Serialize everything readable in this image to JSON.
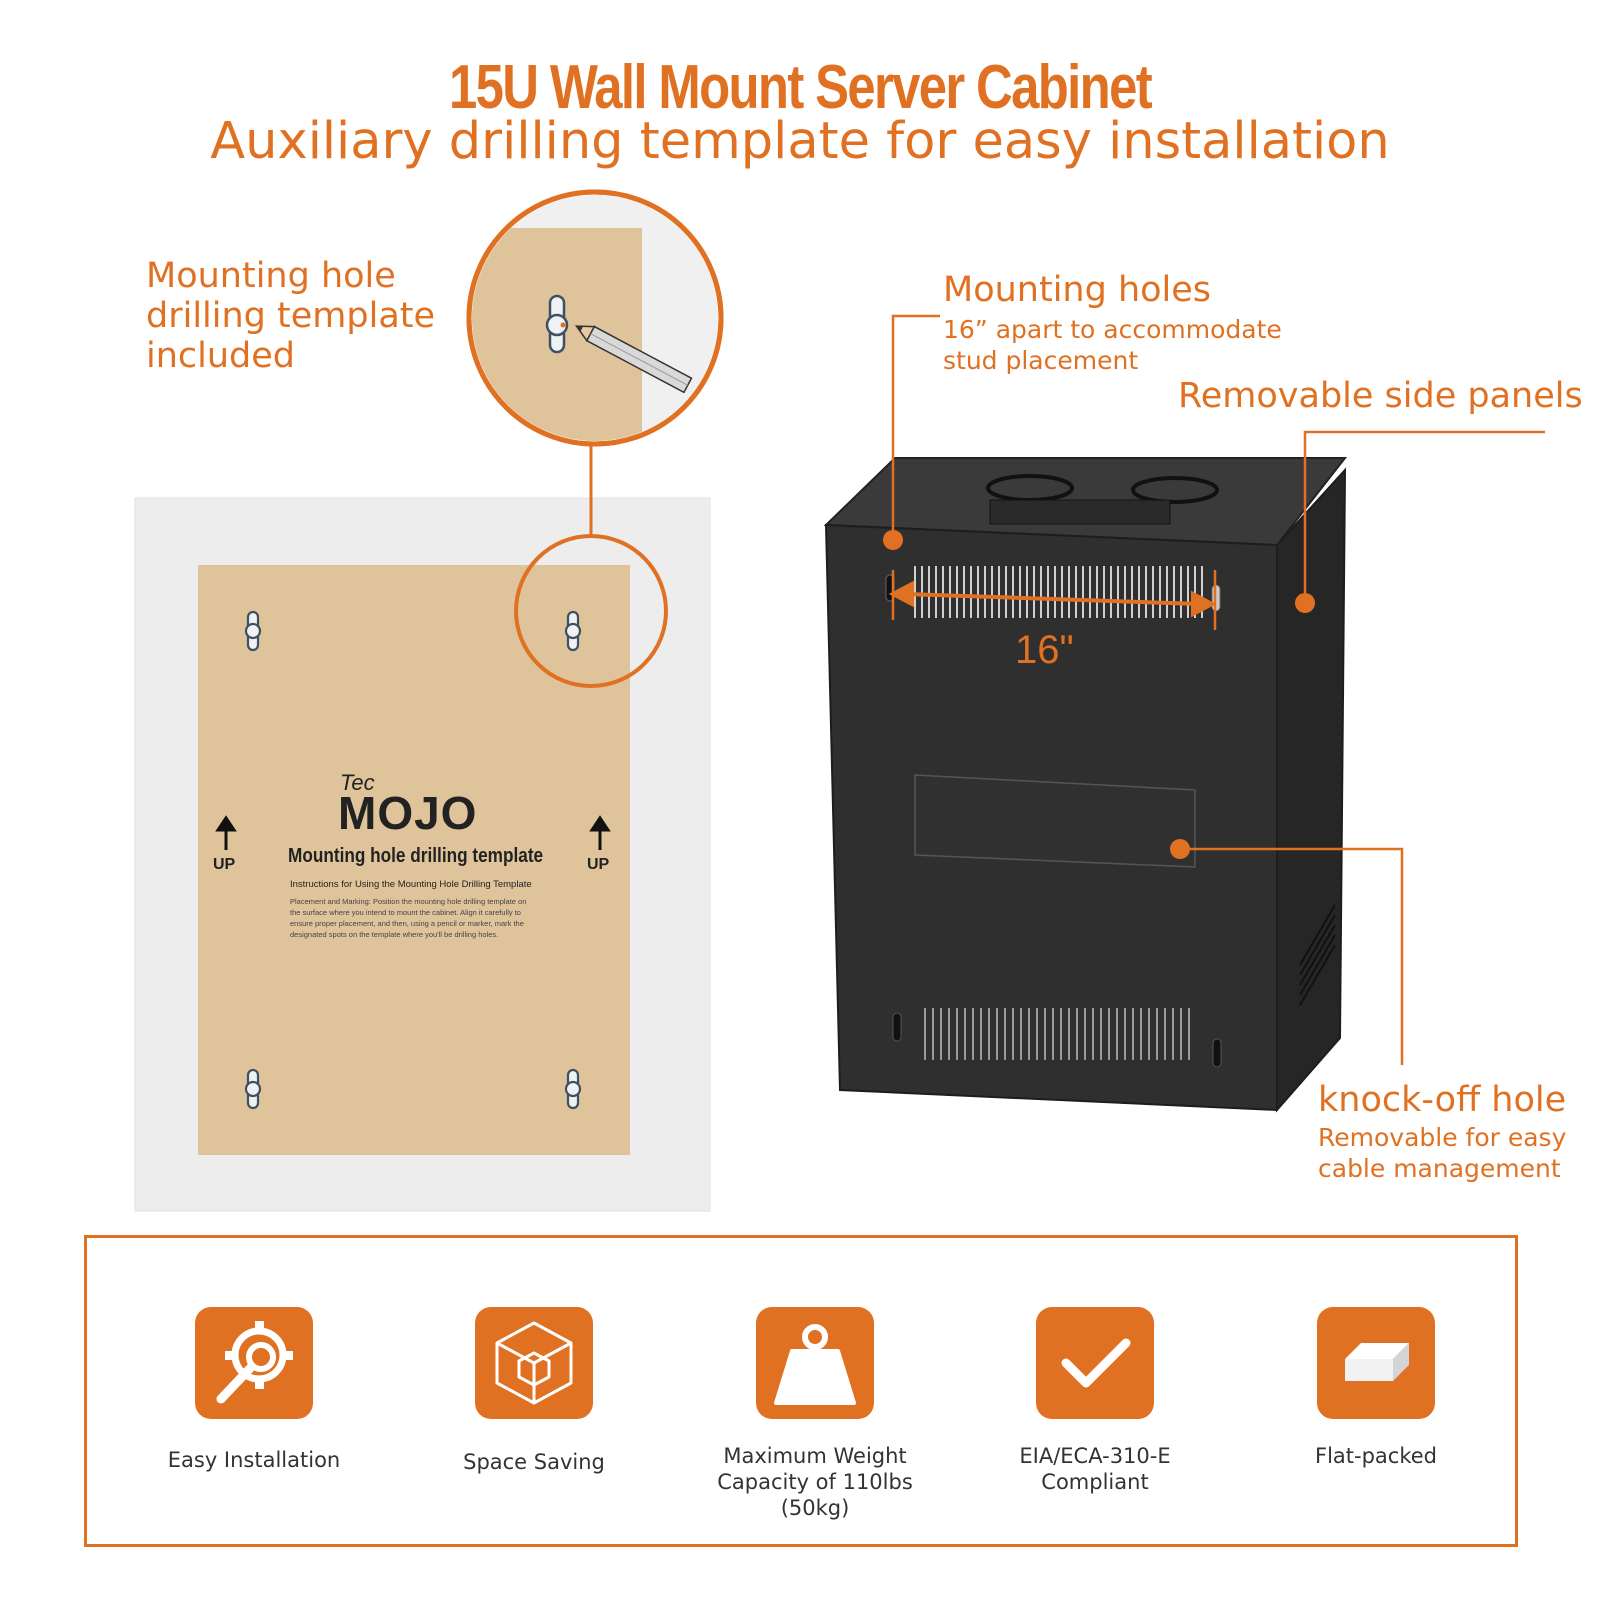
{
  "header": {
    "title": "15U Wall Mount Server Cabinet",
    "subtitle": "Auxiliary drilling template for easy installation"
  },
  "template_callout": {
    "label_line1": "Mounting hole",
    "label_line2": "drilling template",
    "label_line3": "included"
  },
  "template_sheet": {
    "brand_small": "Tec",
    "brand_large": "MOJO",
    "heading": "Mounting hole drilling template",
    "instructions_title": "Instructions for Using the Mounting Hole Drilling Template",
    "instructions_body_1": "Placement and Marking: Position the mounting hole drilling template on",
    "instructions_body_2": "the surface where you intend to mount the cabinet. Align it carefully to",
    "instructions_body_3": "ensure proper placement, and then, using a pencil or marker, mark the",
    "instructions_body_4": "designated spots on the template where you'll be drilling holes.",
    "up_left": "UP",
    "up_right": "UP"
  },
  "cabinet_callouts": {
    "mounting_holes_title": "Mounting holes",
    "mounting_holes_desc1": "16” apart to accommodate",
    "mounting_holes_desc2": "stud placement",
    "side_panels": "Removable side panels",
    "dimension": "16\"",
    "knockoff_title": "knock-off hole",
    "knockoff_desc1": "Removable for easy",
    "knockoff_desc2": "cable management"
  },
  "features": [
    {
      "icon": "gear-wrench-icon",
      "label": "Easy Installation"
    },
    {
      "icon": "cube-icon",
      "label": "Space Saving"
    },
    {
      "icon": "weight-icon",
      "label": "Maximum Weight\nCapacity of 110lbs (50kg)"
    },
    {
      "icon": "checkmark-icon",
      "label": "EIA/ECA-310-E\nCompliant"
    },
    {
      "icon": "flat-box-icon",
      "label": "Flat-packed"
    }
  ],
  "colors": {
    "accent": "#e07122",
    "template_paper": "#dfc39b",
    "wall": "#ededed",
    "cabinet": "#2e2e2e"
  }
}
